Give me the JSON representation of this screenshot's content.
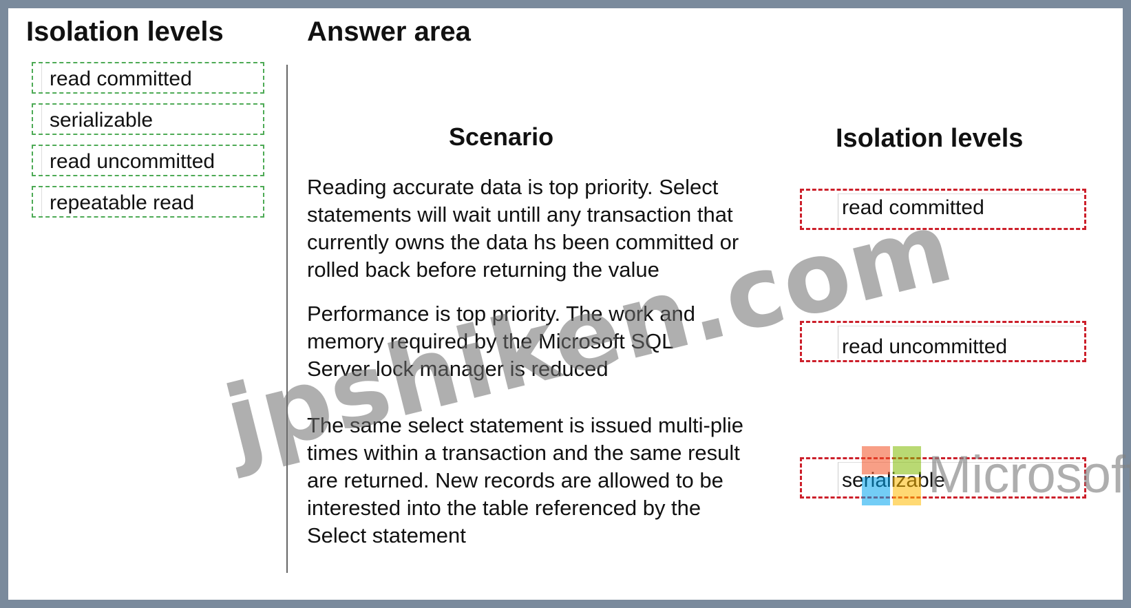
{
  "left_panel": {
    "title": "Isolation levels",
    "items": [
      {
        "label": "read committed"
      },
      {
        "label": "serializable"
      },
      {
        "label": "read uncommitted"
      },
      {
        "label": "repeatable read"
      }
    ]
  },
  "answer_area": {
    "title": "Answer area",
    "scenario_header": "Scenario",
    "levels_header": "Isolation levels",
    "rows": [
      {
        "scenario": "Reading accurate data is top priority. Select statements will wait untill any transaction that currently owns the data hs been committed or rolled back before returning the value",
        "answer": "read committed"
      },
      {
        "scenario": "Performance is top priority. The work and memory required by the Microsoft SQL Server lock manager is reduced",
        "answer": "read uncommitted"
      },
      {
        "scenario": "The same select statement is issued multi-plie times within a transaction and the same result are returned. New records are allowed to be interested into the table referenced by the Select statement",
        "answer": "serializable"
      }
    ]
  },
  "watermark": "jpshiken.com",
  "logo": {
    "text": "Microsoft",
    "colors": [
      "#f25022",
      "#7fba00",
      "#00a4ef",
      "#ffb900"
    ]
  },
  "colors": {
    "source_border": "#4daa55",
    "target_border": "#cc1f2a",
    "frame": "#7a8a9c"
  }
}
